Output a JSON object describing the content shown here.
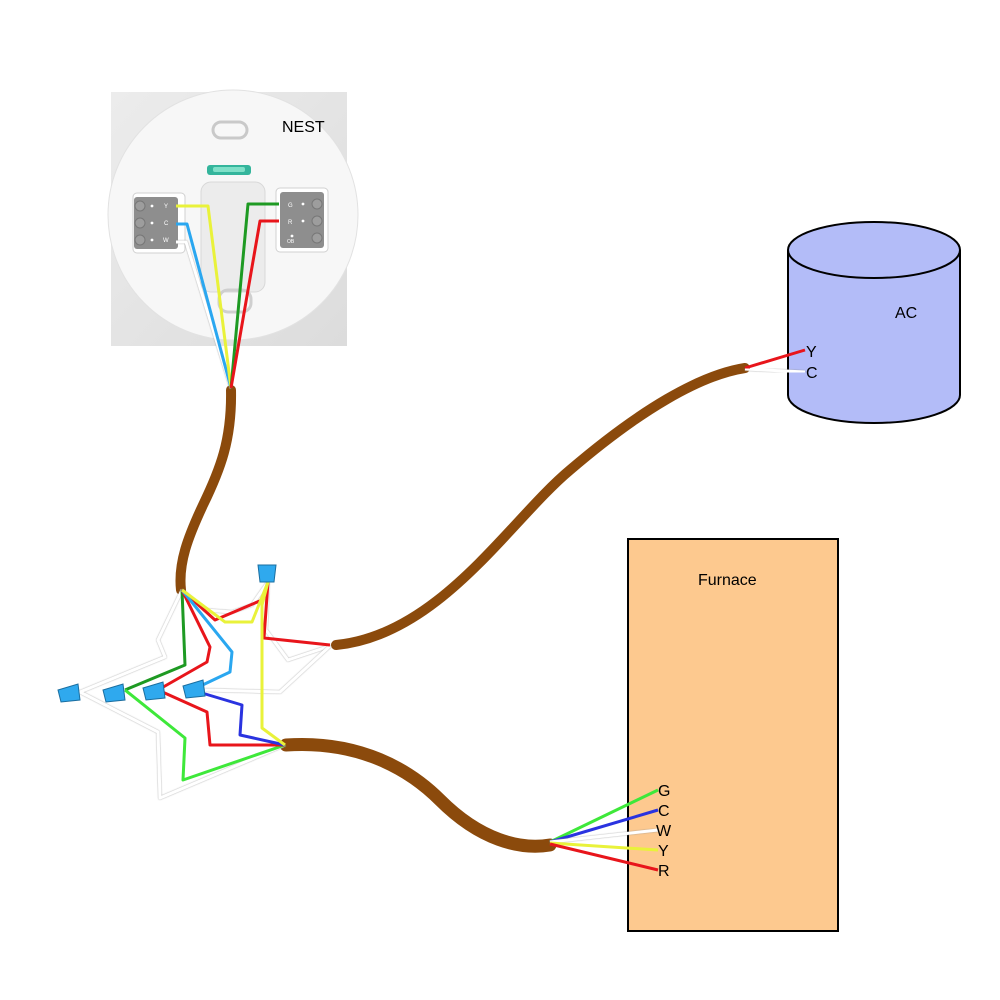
{
  "nest": {
    "label": "NEST",
    "left_terminals": [
      "Y",
      "C",
      "W"
    ],
    "right_terminals": [
      "G",
      "R",
      "OB"
    ]
  },
  "ac": {
    "label": "AC",
    "terminals": [
      "Y",
      "C"
    ],
    "fill_color": "#b3bcf8"
  },
  "furnace": {
    "label": "Furnace",
    "terminals": [
      "G",
      "C",
      "W",
      "Y",
      "R"
    ],
    "fill_color": "#fdc98f"
  },
  "colors": {
    "cable": "#8b4a0c",
    "wire_red": "#e8151b",
    "wire_green_dark": "#1e9a23",
    "wire_green": "#3ee83a",
    "wire_yellow": "#e9f23a",
    "wire_blue_light": "#2aa7f0",
    "wire_blue": "#2a33e0",
    "wire_white": "#ffffff",
    "wire_nut": "#2fa9ee"
  }
}
